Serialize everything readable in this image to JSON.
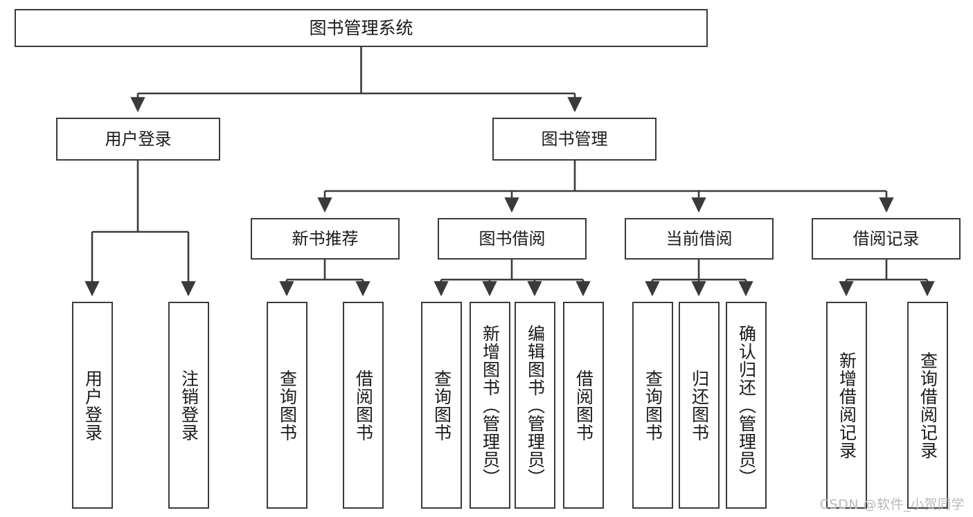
{
  "diagram": {
    "title": "图书管理系统",
    "type": "hierarchy-tree",
    "watermark": "CSDN @软件_小贺同学",
    "colors": {
      "box_border": "#3a3a3a",
      "box_fill": "#ffffff",
      "edge": "#3a3a3a",
      "text": "#1a1a1a",
      "watermark": "#b9b9b9",
      "background": "#ffffff"
    },
    "nodes": {
      "root": {
        "label": "图书管理系统"
      },
      "level2": [
        {
          "id": "user-login",
          "label": "用户登录"
        },
        {
          "id": "book-manage",
          "label": "图书管理"
        }
      ],
      "level3": [
        {
          "id": "new-book-rec",
          "label": "新书推荐"
        },
        {
          "id": "book-borrow",
          "label": "图书借阅"
        },
        {
          "id": "current-borrow",
          "label": "当前借阅"
        },
        {
          "id": "borrow-record",
          "label": "借阅记录"
        }
      ],
      "leaves": {
        "user-login": [
          {
            "id": "login",
            "label": "用户登录"
          },
          {
            "id": "logout",
            "label": "注销登录"
          }
        ],
        "new-book-rec": [
          {
            "id": "query-book-1",
            "label": "查询图书"
          },
          {
            "id": "borrow-book-1",
            "label": "借阅图书"
          }
        ],
        "book-borrow": [
          {
            "id": "query-book-2",
            "label": "查询图书"
          },
          {
            "id": "add-book",
            "label": "新增图书（管理员）"
          },
          {
            "id": "edit-book",
            "label": "编辑图书（管理员）"
          },
          {
            "id": "borrow-book-2",
            "label": "借阅图书"
          }
        ],
        "current-borrow": [
          {
            "id": "query-book-3",
            "label": "查询图书"
          },
          {
            "id": "return-book",
            "label": "归还图书"
          },
          {
            "id": "confirm-return",
            "label": "确认归还（管理员）"
          }
        ],
        "borrow-record": [
          {
            "id": "add-record",
            "label": "新增借阅记录"
          },
          {
            "id": "query-record",
            "label": "查询借阅记录"
          }
        ]
      }
    }
  }
}
